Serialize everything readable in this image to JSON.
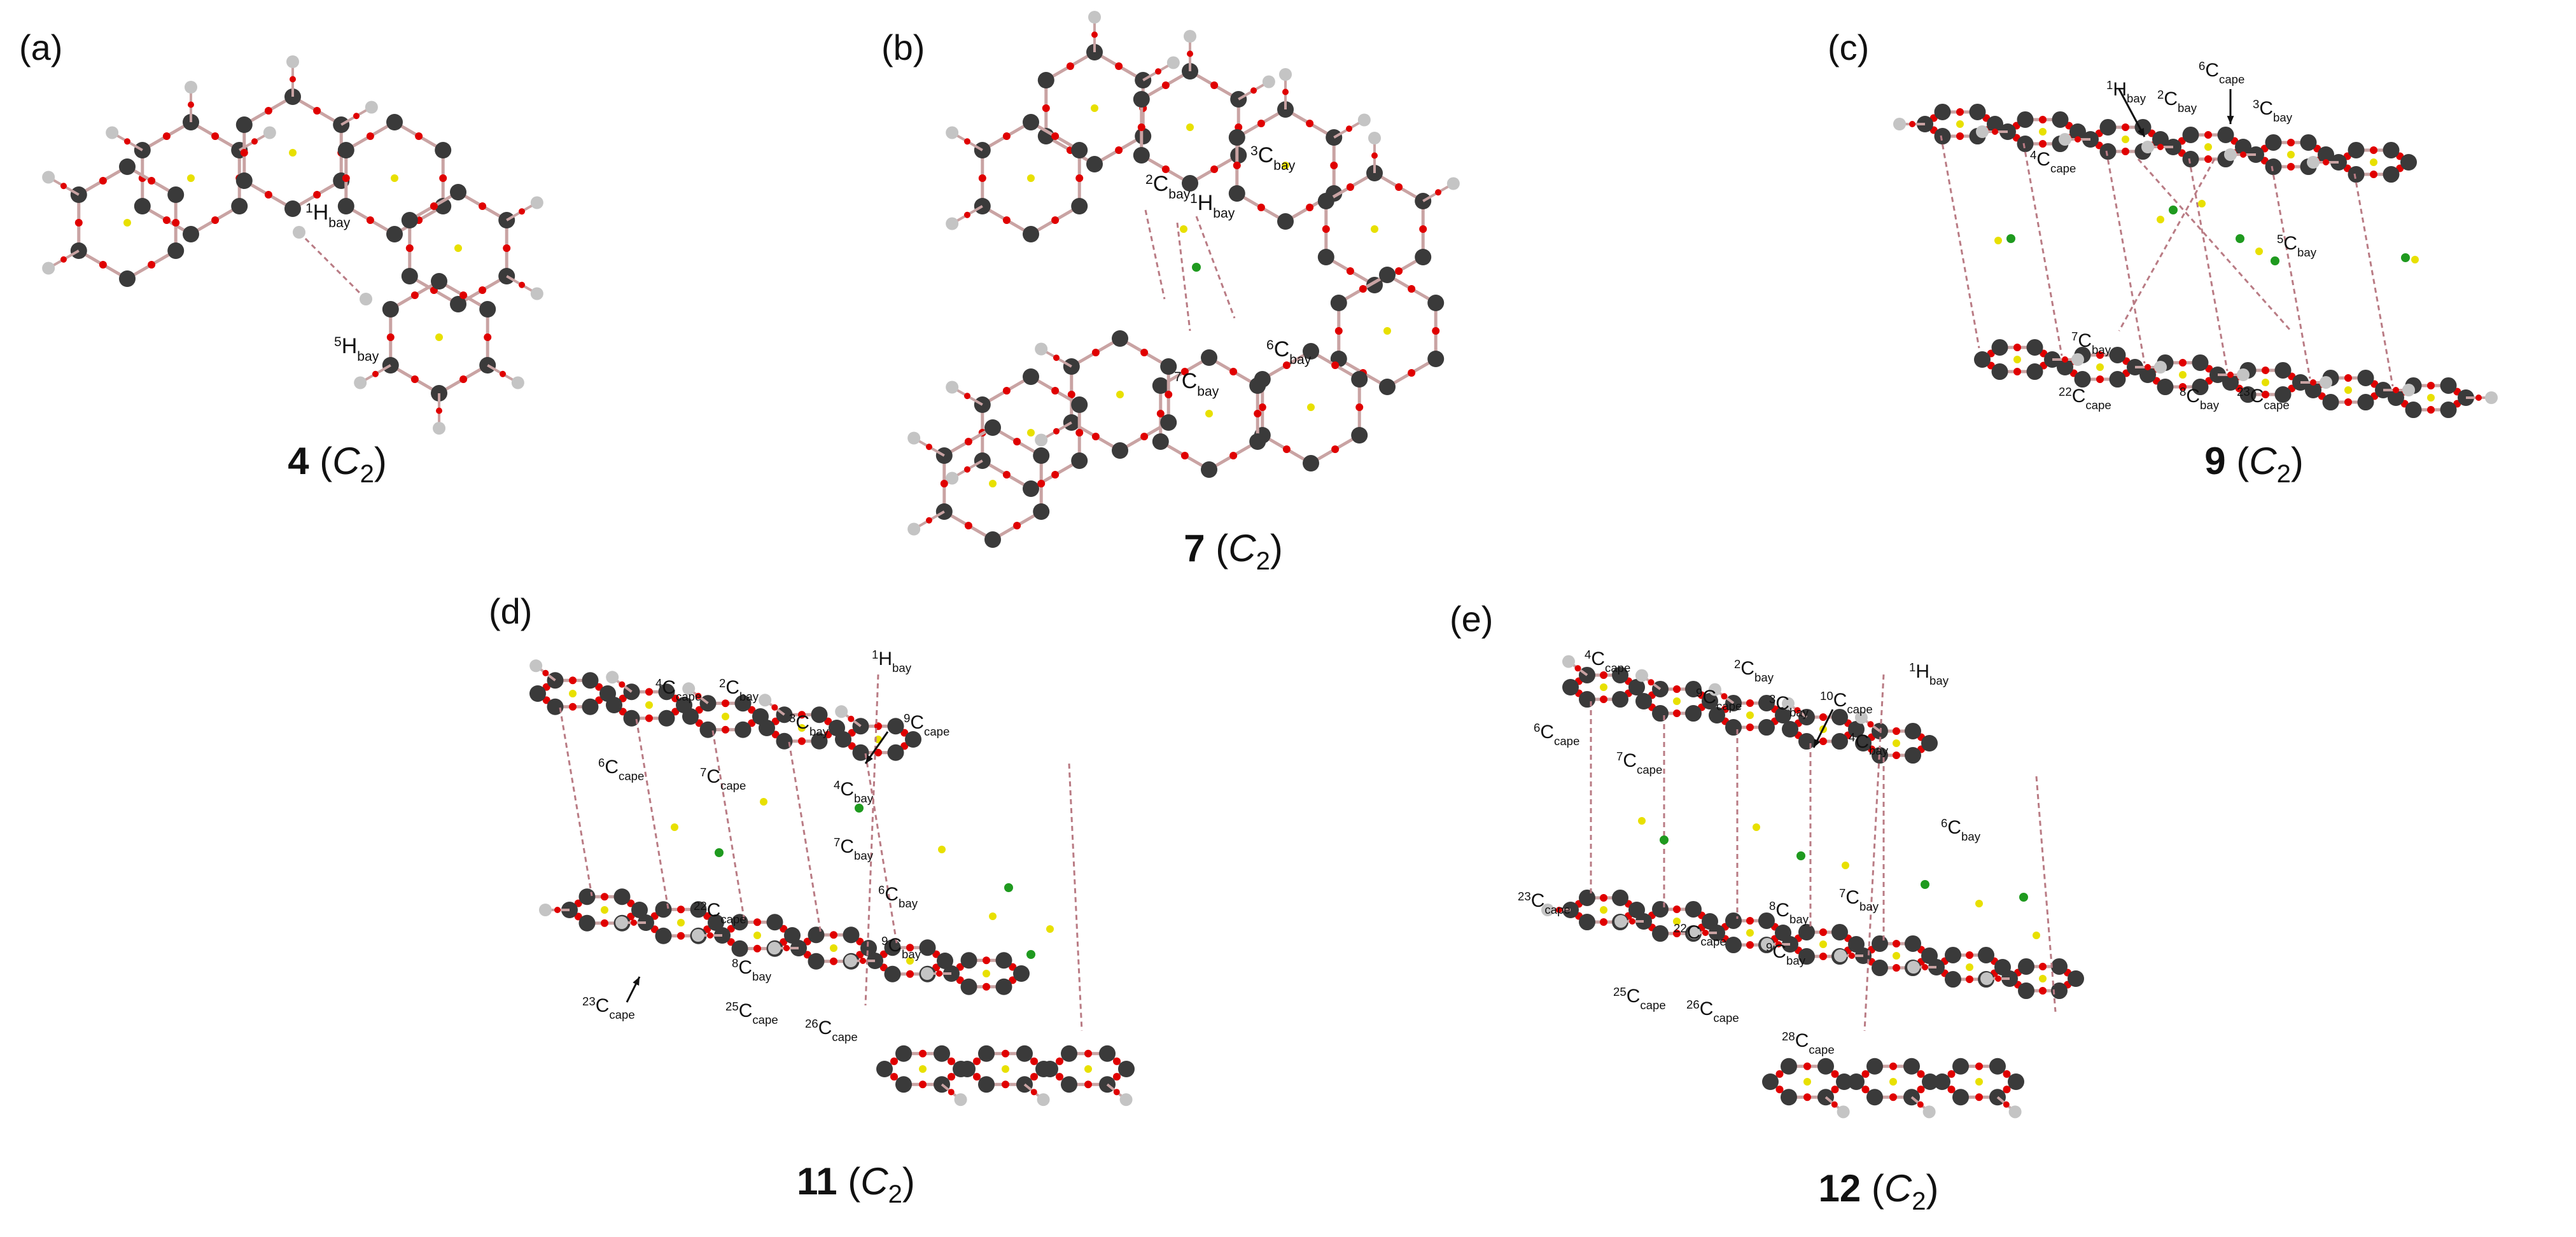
{
  "figure": {
    "panels": [
      {
        "id": "a",
        "letter": "(a)",
        "compound": "4",
        "symmetry_letter": "C",
        "symmetry_sub": "2",
        "labels": [
          {
            "sup": "1",
            "main": "H",
            "sub": "bay"
          },
          {
            "sup": "5",
            "main": "H",
            "sub": "bay"
          }
        ]
      },
      {
        "id": "b",
        "letter": "(b)",
        "compound": "7",
        "symmetry_letter": "C",
        "symmetry_sub": "2",
        "labels": [
          {
            "sup": "2",
            "main": "C",
            "sub": "bay"
          },
          {
            "sup": "3",
            "main": "C",
            "sub": "bay"
          },
          {
            "sup": "1",
            "main": "H",
            "sub": "bay"
          },
          {
            "sup": "6",
            "main": "C",
            "sub": "bay"
          },
          {
            "sup": "7",
            "main": "C",
            "sub": "bay"
          }
        ]
      },
      {
        "id": "c",
        "letter": "(c)",
        "compound": "9",
        "symmetry_letter": "C",
        "symmetry_sub": "2",
        "labels": [
          {
            "sup": "1",
            "main": "H",
            "sub": "bay"
          },
          {
            "sup": "6",
            "main": "C",
            "sub": "cape"
          },
          {
            "sup": "2",
            "main": "C",
            "sub": "bay"
          },
          {
            "sup": "3",
            "main": "C",
            "sub": "bay"
          },
          {
            "sup": "4",
            "main": "C",
            "sub": "cape"
          },
          {
            "sup": "5",
            "main": "C",
            "sub": "bay"
          },
          {
            "sup": "7",
            "main": "C",
            "sub": "bay"
          },
          {
            "sup": "22",
            "main": "C",
            "sub": "cape"
          },
          {
            "sup": "8",
            "main": "C",
            "sub": "bay"
          },
          {
            "sup": "23",
            "main": "C",
            "sub": "cape"
          }
        ]
      },
      {
        "id": "d",
        "letter": "(d)",
        "compound": "11",
        "symmetry_letter": "C",
        "symmetry_sub": "2",
        "labels": [
          {
            "sup": "1",
            "main": "H",
            "sub": "bay"
          },
          {
            "sup": "4",
            "main": "C",
            "sub": "cape"
          },
          {
            "sup": "2",
            "main": "C",
            "sub": "bay"
          },
          {
            "sup": "3",
            "main": "C",
            "sub": "bay"
          },
          {
            "sup": "9",
            "main": "C",
            "sub": "cape"
          },
          {
            "sup": "6",
            "main": "C",
            "sub": "cape"
          },
          {
            "sup": "7",
            "main": "C",
            "sub": "cape"
          },
          {
            "sup": "4",
            "main": "C",
            "sub": "bay"
          },
          {
            "sup": "7",
            "main": "C",
            "sub": "bay"
          },
          {
            "sup": "6",
            "main": "C",
            "sub": "bay"
          },
          {
            "sup": "22",
            "main": "C",
            "sub": "cape"
          },
          {
            "sup": "8",
            "main": "C",
            "sub": "bay"
          },
          {
            "sup": "9",
            "main": "C",
            "sub": "bay"
          },
          {
            "sup": "23",
            "main": "C",
            "sub": "cape"
          },
          {
            "sup": "25",
            "main": "C",
            "sub": "cape"
          },
          {
            "sup": "26",
            "main": "C",
            "sub": "cape"
          }
        ]
      },
      {
        "id": "e",
        "letter": "(e)",
        "compound": "12",
        "symmetry_letter": "C",
        "symmetry_sub": "2",
        "labels": [
          {
            "sup": "4",
            "main": "C",
            "sub": "cape"
          },
          {
            "sup": "2",
            "main": "C",
            "sub": "bay"
          },
          {
            "sup": "1",
            "main": "H",
            "sub": "bay"
          },
          {
            "sup": "6",
            "main": "C",
            "sub": "cape"
          },
          {
            "sup": "9",
            "main": "C",
            "sub": "cape"
          },
          {
            "sup": "3",
            "main": "C",
            "sub": "bay"
          },
          {
            "sup": "10",
            "main": "C",
            "sub": "cape"
          },
          {
            "sup": "7",
            "main": "C",
            "sub": "cape"
          },
          {
            "sup": "4",
            "main": "C",
            "sub": "bay"
          },
          {
            "sup": "6",
            "main": "C",
            "sub": "bay"
          },
          {
            "sup": "23",
            "main": "C",
            "sub": "cape"
          },
          {
            "sup": "8",
            "main": "C",
            "sub": "bay"
          },
          {
            "sup": "7",
            "main": "C",
            "sub": "bay"
          },
          {
            "sup": "22",
            "main": "C",
            "sub": "cape"
          },
          {
            "sup": "9",
            "main": "C",
            "sub": "bay"
          },
          {
            "sup": "25",
            "main": "C",
            "sub": "cape"
          },
          {
            "sup": "26",
            "main": "C",
            "sub": "cape"
          },
          {
            "sup": "28",
            "main": "C",
            "sub": "cape"
          }
        ]
      }
    ],
    "colors": {
      "carbon": "#3a3a3a",
      "hydrogen": "#c4c4c4",
      "bond": "#c9a3a3",
      "bond_cp": "#e00000",
      "ring_cp": "#e8e000",
      "cage_cp": "#1f9a1f",
      "noncovalent_path": "#b97b84"
    }
  }
}
